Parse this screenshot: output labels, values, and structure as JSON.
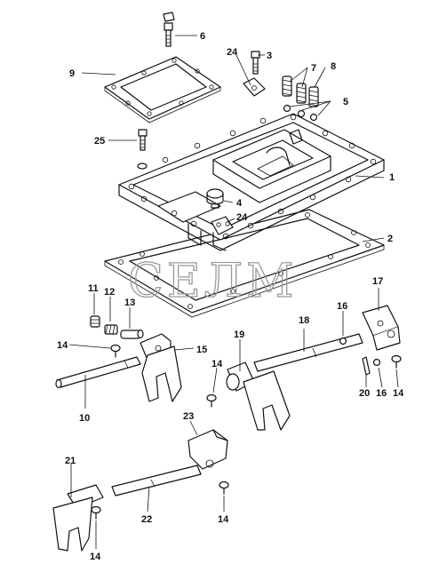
{
  "watermark": "СЕЛМ",
  "callouts": {
    "c1": "1",
    "c2": "2",
    "c3": "3",
    "c4": "4",
    "c5": "5",
    "c6": "6",
    "c7": "7",
    "c8": "8",
    "c9": "9",
    "c10": "10",
    "c11": "11",
    "c12": "12",
    "c13": "13",
    "c14a": "14",
    "c14b": "14",
    "c14c": "14",
    "c14d": "14",
    "c14e": "14",
    "c15": "15",
    "c16a": "16",
    "c16b": "16",
    "c17": "17",
    "c18": "18",
    "c19": "19",
    "c20": "20",
    "c21": "21",
    "c22": "22",
    "c23": "23",
    "c24a": "24",
    "c24b": "24",
    "c25": "25"
  }
}
